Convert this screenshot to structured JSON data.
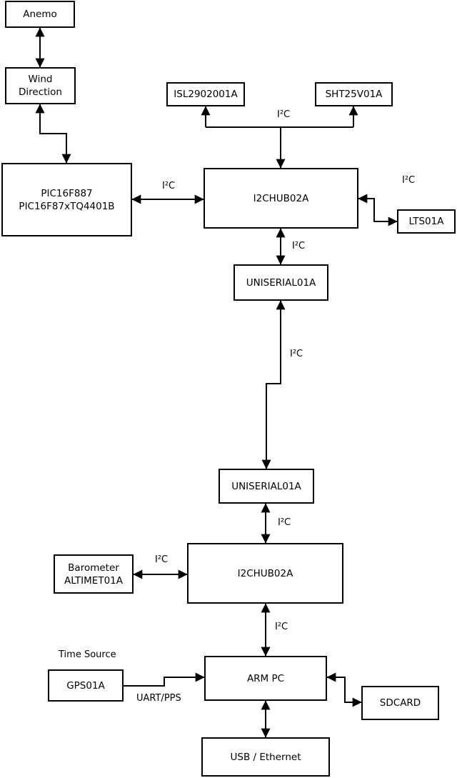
{
  "diagram": {
    "nodes": {
      "anemo": {
        "label": "Anemo"
      },
      "wind_direction": {
        "line1": "Wind",
        "line2": "Direction"
      },
      "pic": {
        "line1": "PIC16F887",
        "line2": "PIC16F87xTQ4401B"
      },
      "isl": {
        "label": "ISL2902001A"
      },
      "sht": {
        "label": "SHT25V01A"
      },
      "i2chub_top": {
        "label": "I2CHUB02A"
      },
      "lts": {
        "label": "LTS01A"
      },
      "uniserial_top": {
        "label": "UNISERIAL01A"
      },
      "uniserial_bottom": {
        "label": "UNISERIAL01A"
      },
      "i2chub_bottom": {
        "label": "I2CHUB02A"
      },
      "barometer": {
        "line1": "Barometer",
        "line2": "ALTIMET01A"
      },
      "arm_pc": {
        "label": "ARM PC"
      },
      "gps": {
        "label": "GPS01A"
      },
      "sdcard": {
        "label": "SDCARD"
      },
      "usb_ethernet": {
        "label": "USB / Ethernet"
      }
    },
    "edge_labels": {
      "i2c": "I²C",
      "time_source": "Time Source",
      "uart_pps": "UART/PPS"
    },
    "colors": {
      "line": "#000000",
      "box_border": "#000000",
      "box_fill": "#ffffff",
      "background": "#ffffff",
      "text": "#000000"
    }
  }
}
